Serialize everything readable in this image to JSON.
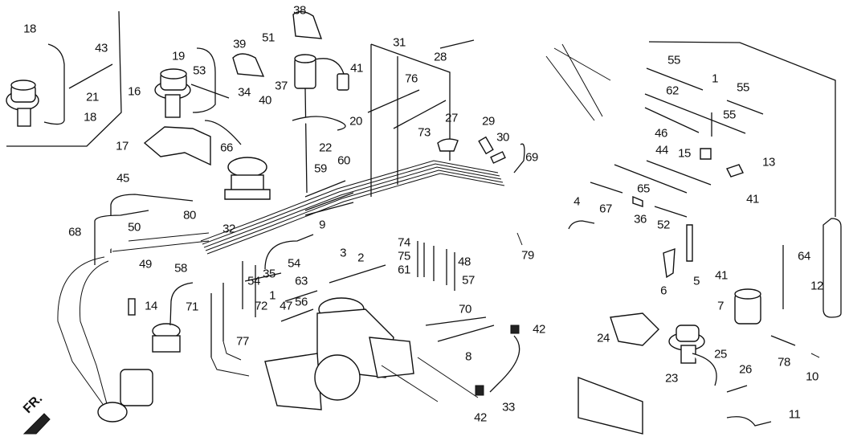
{
  "diagram": {
    "type": "exploded parts diagram",
    "subject": "Vacuum hose / tubing assembly (engine bay)",
    "direction_indicator": {
      "label": "FR.",
      "icon": "front-arrow-icon"
    },
    "callouts": [
      {
        "id": "c18a",
        "label": "18"
      },
      {
        "id": "c43",
        "label": "43"
      },
      {
        "id": "c21",
        "label": "21"
      },
      {
        "id": "c18b",
        "label": "18"
      },
      {
        "id": "c19",
        "label": "19"
      },
      {
        "id": "c16",
        "label": "16"
      },
      {
        "id": "c53",
        "label": "53"
      },
      {
        "id": "c39",
        "label": "39"
      },
      {
        "id": "c51",
        "label": "51"
      },
      {
        "id": "c38",
        "label": "38"
      },
      {
        "id": "c34",
        "label": "34"
      },
      {
        "id": "c37",
        "label": "37"
      },
      {
        "id": "c40",
        "label": "40"
      },
      {
        "id": "c41a",
        "label": "41"
      },
      {
        "id": "c31",
        "label": "31"
      },
      {
        "id": "c28",
        "label": "28"
      },
      {
        "id": "c76",
        "label": "76"
      },
      {
        "id": "c27",
        "label": "27"
      },
      {
        "id": "c73",
        "label": "73"
      },
      {
        "id": "c29",
        "label": "29"
      },
      {
        "id": "c30",
        "label": "30"
      },
      {
        "id": "c69",
        "label": "69"
      },
      {
        "id": "c20",
        "label": "20"
      },
      {
        "id": "c22",
        "label": "22"
      },
      {
        "id": "c17",
        "label": "17"
      },
      {
        "id": "c66",
        "label": "66"
      },
      {
        "id": "c59",
        "label": "59"
      },
      {
        "id": "c60",
        "label": "60"
      },
      {
        "id": "c9",
        "label": "9"
      },
      {
        "id": "c45",
        "label": "45"
      },
      {
        "id": "c80",
        "label": "80"
      },
      {
        "id": "c68",
        "label": "68"
      },
      {
        "id": "c50",
        "label": "50"
      },
      {
        "id": "c32",
        "label": "32"
      },
      {
        "id": "c49",
        "label": "49"
      },
      {
        "id": "c58",
        "label": "58"
      },
      {
        "id": "c14",
        "label": "14"
      },
      {
        "id": "c71",
        "label": "71"
      },
      {
        "id": "c77",
        "label": "77"
      },
      {
        "id": "c3",
        "label": "3"
      },
      {
        "id": "c2",
        "label": "2"
      },
      {
        "id": "c54a",
        "label": "54"
      },
      {
        "id": "c54b",
        "label": "54"
      },
      {
        "id": "c35",
        "label": "35"
      },
      {
        "id": "c63",
        "label": "63"
      },
      {
        "id": "c1a",
        "label": "1"
      },
      {
        "id": "c72",
        "label": "72"
      },
      {
        "id": "c47",
        "label": "47"
      },
      {
        "id": "c56",
        "label": "56"
      },
      {
        "id": "c74",
        "label": "74"
      },
      {
        "id": "c75",
        "label": "75"
      },
      {
        "id": "c61",
        "label": "61"
      },
      {
        "id": "c48",
        "label": "48"
      },
      {
        "id": "c57",
        "label": "57"
      },
      {
        "id": "c79",
        "label": "79"
      },
      {
        "id": "c70",
        "label": "70"
      },
      {
        "id": "c8",
        "label": "8"
      },
      {
        "id": "c42a",
        "label": "42"
      },
      {
        "id": "c42b",
        "label": "42"
      },
      {
        "id": "c33",
        "label": "33"
      },
      {
        "id": "c55a",
        "label": "55"
      },
      {
        "id": "c1b",
        "label": "1"
      },
      {
        "id": "c55b",
        "label": "55"
      },
      {
        "id": "c62",
        "label": "62"
      },
      {
        "id": "c55c",
        "label": "55"
      },
      {
        "id": "c46",
        "label": "46"
      },
      {
        "id": "c44",
        "label": "44"
      },
      {
        "id": "c15",
        "label": "15"
      },
      {
        "id": "c13",
        "label": "13"
      },
      {
        "id": "c65",
        "label": "65"
      },
      {
        "id": "c67",
        "label": "67"
      },
      {
        "id": "c4",
        "label": "4"
      },
      {
        "id": "c36",
        "label": "36"
      },
      {
        "id": "c52",
        "label": "52"
      },
      {
        "id": "c41b",
        "label": "41"
      },
      {
        "id": "c41c",
        "label": "41"
      },
      {
        "id": "c64",
        "label": "64"
      },
      {
        "id": "c6",
        "label": "6"
      },
      {
        "id": "c5",
        "label": "5"
      },
      {
        "id": "c12",
        "label": "12"
      },
      {
        "id": "c7",
        "label": "7"
      },
      {
        "id": "c24",
        "label": "24"
      },
      {
        "id": "c25",
        "label": "25"
      },
      {
        "id": "c23",
        "label": "23"
      },
      {
        "id": "c26",
        "label": "26"
      },
      {
        "id": "c78",
        "label": "78"
      },
      {
        "id": "c10",
        "label": "10"
      },
      {
        "id": "c11",
        "label": "11"
      }
    ]
  }
}
